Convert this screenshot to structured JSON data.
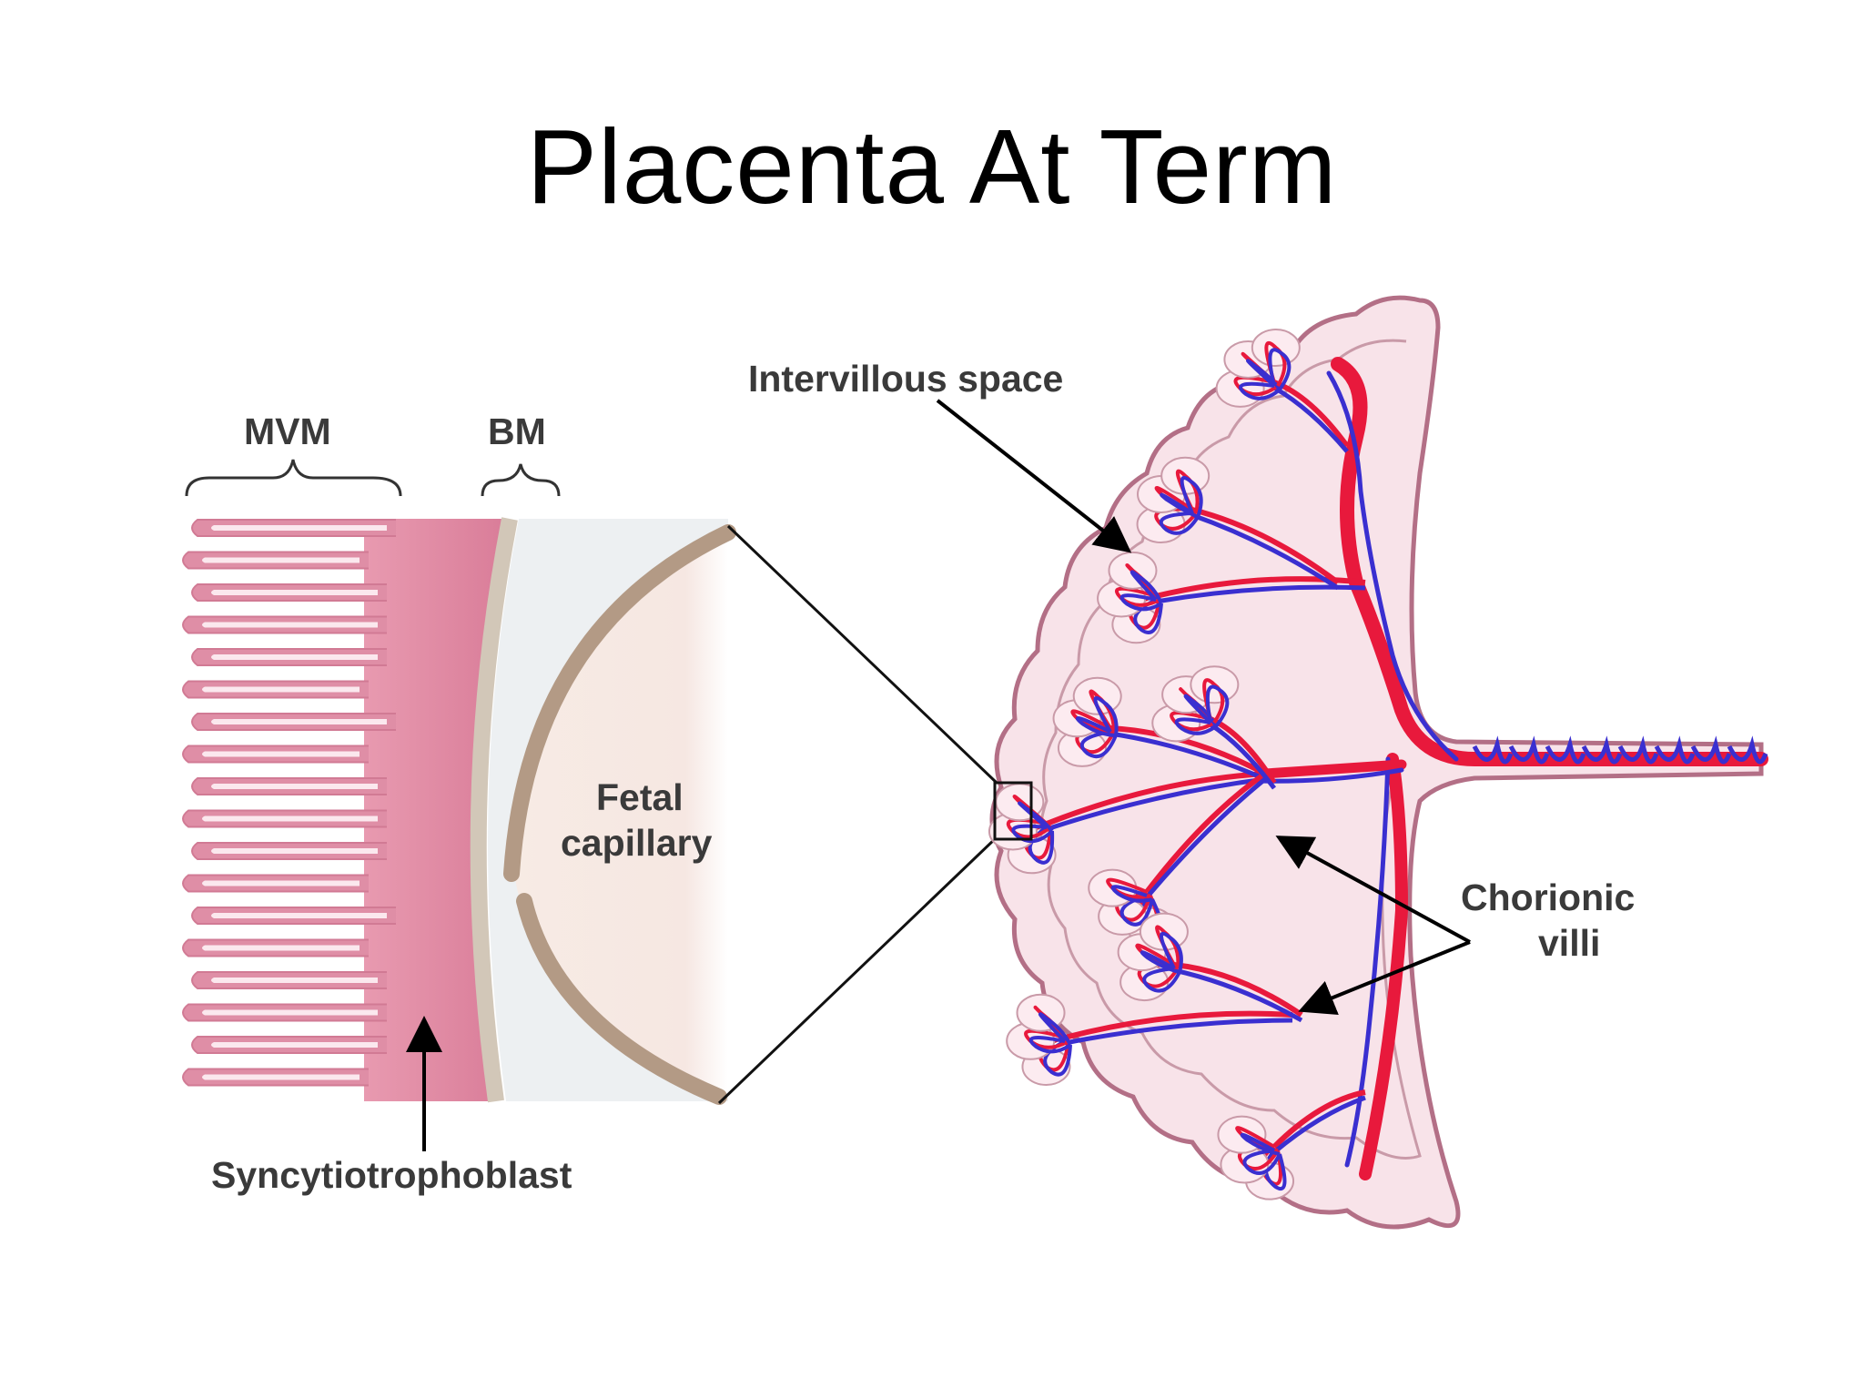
{
  "title": "Placenta At Term",
  "labels": {
    "mvm": "MVM",
    "bm": "BM",
    "intervillous_space": "Intervillous space",
    "fetal_capillary_line1": "Fetal",
    "fetal_capillary_line2": "capillary",
    "chorionic_villi_line1": "Chorionic",
    "chorionic_villi_line2": "villi",
    "syncytiotrophoblast": "Syncytiotrophoblast"
  },
  "colors": {
    "syncytio_pink": "#df8ea6",
    "microvilli_fill": "#fbe8ee",
    "basement_membrane": "#d2c7b8",
    "capillary_wall": "#b39a85",
    "capillary_lumen": "#f6e7e2",
    "interstitium": "#edf0f2",
    "placenta_fill": "#f8e3e9",
    "placenta_outline": "#b36f86",
    "artery_red": "#e8193c",
    "vein_blue": "#3a2fd0",
    "arrow_black": "#000000"
  }
}
